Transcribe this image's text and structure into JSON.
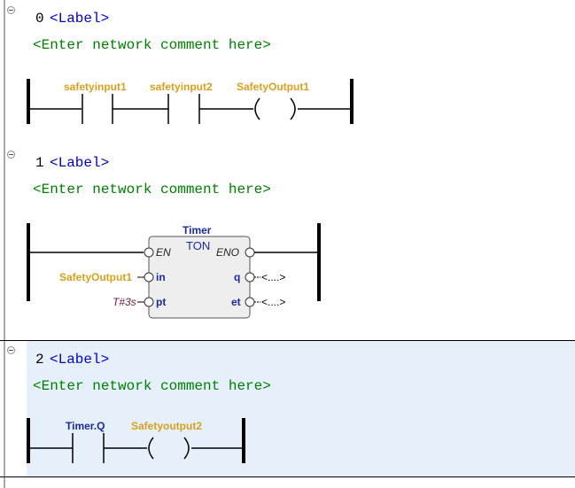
{
  "networks": [
    {
      "number": "0",
      "label": "<Label>",
      "comment": "<Enter network comment here>",
      "contacts": [
        "safetyinput1",
        "safetyinput2"
      ],
      "coil": "SafetyOutput1"
    },
    {
      "number": "1",
      "label": "<Label>",
      "comment": "<Enter network comment here>",
      "block": {
        "instance": "Timer",
        "type": "TON",
        "en": "EN",
        "eno": "ENO",
        "in_pin": "in",
        "pt_pin": "pt",
        "q_pin": "q",
        "et_pin": "et",
        "in_var": "SafetyOutput1",
        "pt_var": "T#3s",
        "q_var": "<....>",
        "et_var": "<....>"
      }
    },
    {
      "number": "2",
      "label": "<Label>",
      "comment": "<Enter network comment here>",
      "contacts": [
        "Timer.Q"
      ],
      "coil": "Safetyoutput2"
    }
  ],
  "colors": {
    "label": "#0000cc",
    "comment": "#008000",
    "variable": "#d9a01e",
    "fb_instance": "#1a2aa0",
    "selected_background": "#e6f0fb"
  }
}
